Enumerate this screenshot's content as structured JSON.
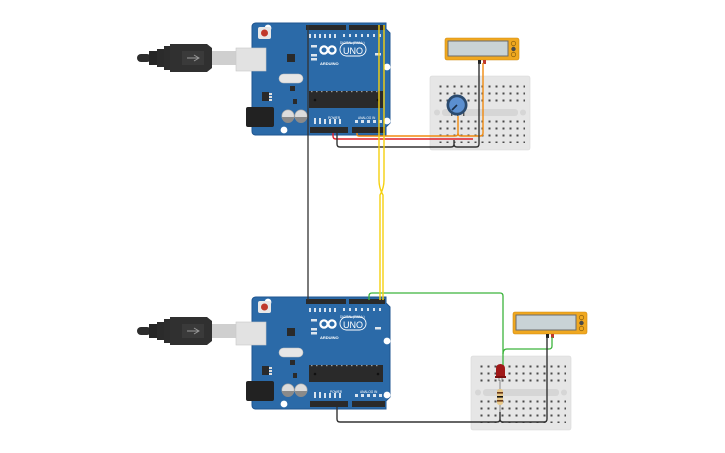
{
  "canvas": {
    "background": "#ffffff"
  },
  "boards": [
    {
      "id": "arduino-top",
      "model": "UNO",
      "brand": "ARDUINO",
      "header_digital": "DIGITAL (PWM~)",
      "header_power": "POWER",
      "header_analog": "ANALOG IN",
      "aref_label": "AREF",
      "led_label_l": "L",
      "led_label_tx": "TX",
      "led_label_rx": "RX",
      "on_label": "ON"
    },
    {
      "id": "arduino-bottom",
      "model": "UNO",
      "brand": "ARDUINO",
      "header_digital": "DIGITAL (PWM~)",
      "header_power": "POWER",
      "header_analog": "ANALOG IN",
      "aref_label": "AREF",
      "led_label_l": "L",
      "led_label_tx": "TX",
      "led_label_rx": "RX",
      "on_label": "ON"
    }
  ],
  "components": {
    "top": [
      "usb-cable",
      "arduino-uno",
      "breadboard-small",
      "potentiometer",
      "multimeter"
    ],
    "bottom": [
      "usb-cable",
      "arduino-uno",
      "breadboard-small",
      "red-led",
      "resistor",
      "multimeter"
    ]
  },
  "colors": {
    "board": "#2b6aa8",
    "board_edge": "#1f5590",
    "wire_yellow": "#f5d00f",
    "wire_orange": "#f08a10",
    "wire_red": "#e0202a",
    "wire_black": "#333333",
    "wire_green": "#3cb43c",
    "breadboard": "#e6e6e6",
    "multimeter": "#f0a820",
    "multimeter_screen": "#c9d3d6",
    "pot_knob": "#5b8fd0",
    "led": "#a01818"
  },
  "wires": [
    {
      "name": "serial-tx-rx-1",
      "color": "yellow",
      "from": "top-board-digital",
      "to": "bottom-board-digital"
    },
    {
      "name": "serial-tx-rx-2",
      "color": "yellow",
      "from": "top-board-digital",
      "to": "bottom-board-digital"
    },
    {
      "name": "ground-link",
      "color": "black",
      "from": "top-board-gnd",
      "to": "bottom-board-gnd"
    },
    {
      "name": "pot-5v",
      "color": "red",
      "from": "top-board-5v",
      "to": "top-breadboard"
    },
    {
      "name": "pot-signal",
      "color": "orange",
      "from": "top-board-a0",
      "to": "potentiometer-wiper"
    },
    {
      "name": "pot-gnd",
      "color": "black",
      "from": "top-board-gnd",
      "to": "top-breadboard"
    },
    {
      "name": "led-signal",
      "color": "green",
      "from": "bottom-board-digital",
      "to": "red-led"
    },
    {
      "name": "led-gnd",
      "color": "black",
      "from": "bottom-board-gnd",
      "to": "resistor"
    }
  ]
}
